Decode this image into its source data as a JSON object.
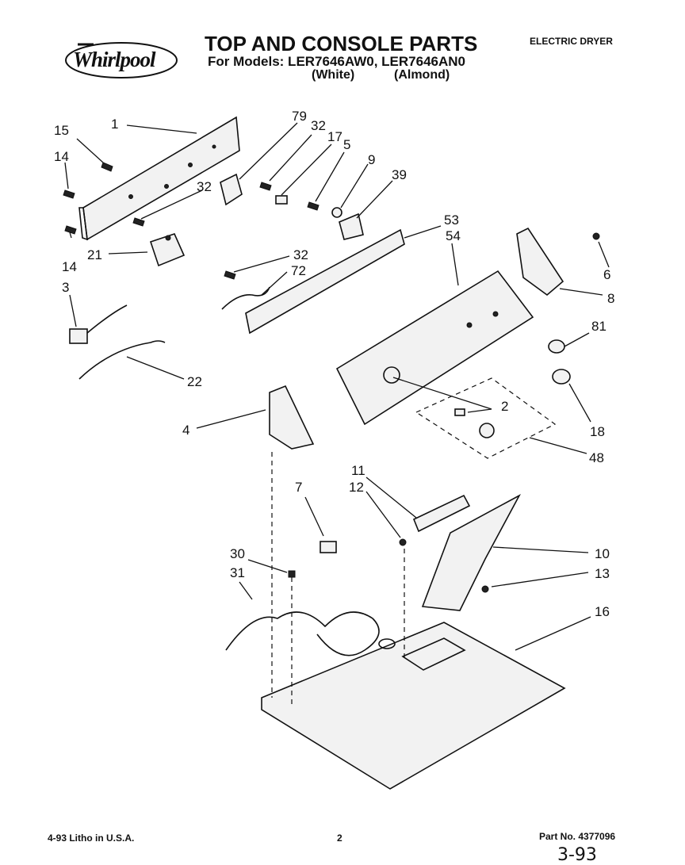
{
  "header": {
    "brand": "Whirlpool",
    "title": "TOP AND CONSOLE PARTS",
    "models_line": "For Models: LER7646AW0, LER7646AN0",
    "color_white": "(White)",
    "color_almond": "(Almond)",
    "product_type": "ELECTRIC DRYER"
  },
  "callouts": {
    "c1": "1",
    "c15": "15",
    "c14a": "14",
    "c14b": "14",
    "c79": "79",
    "c32a": "32",
    "c17": "17",
    "c5": "5",
    "c9": "9",
    "c39": "39",
    "c32b": "32",
    "c21": "21",
    "c32c": "32",
    "c72": "72",
    "c3": "3",
    "c22": "22",
    "c53": "53",
    "c54": "54",
    "c6": "6",
    "c8": "8",
    "c81": "81",
    "c18": "18",
    "c2": "2",
    "c48": "48",
    "c4": "4",
    "c11": "11",
    "c12": "12",
    "c7": "7",
    "c10": "10",
    "c30": "30",
    "c31": "31",
    "c13": "13",
    "c16": "16"
  },
  "footer": {
    "litho": "4-93 Litho in U.S.A.",
    "page": "2",
    "part_no": "Part No. 4377096",
    "handwritten": "3-93"
  }
}
